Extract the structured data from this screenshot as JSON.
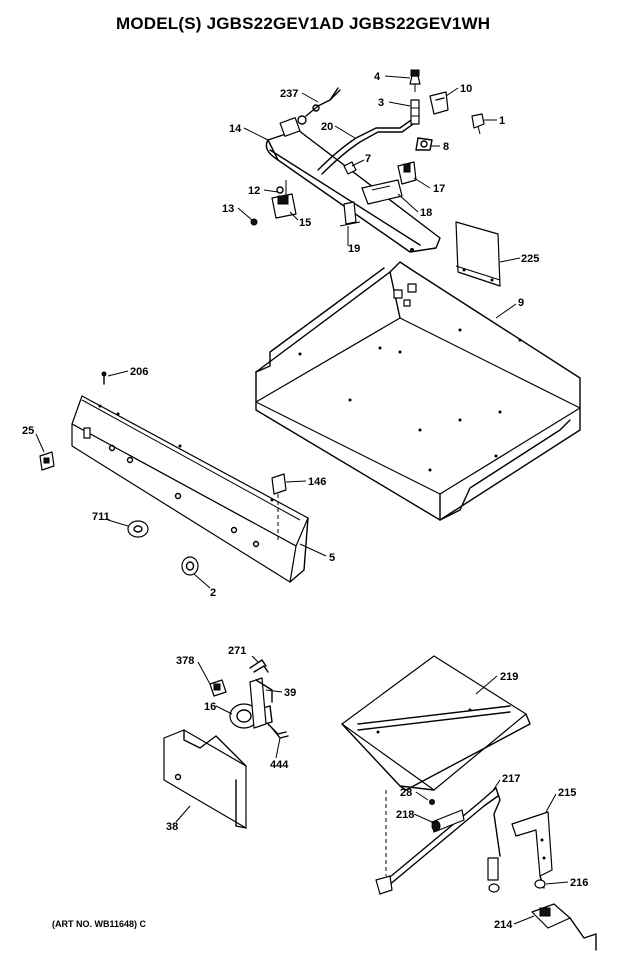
{
  "title": "MODEL(S) JGBS22GEV1AD  JGBS22GEV1WH",
  "footer": "(ART NO. WB11648) C",
  "part_labels": {
    "p4": "4",
    "p10": "10",
    "p237": "237",
    "p3": "3",
    "p1": "1",
    "p14": "14",
    "p20": "20",
    "p8": "8",
    "p7": "7",
    "p12": "12",
    "p17": "17",
    "p13": "13",
    "p15": "15",
    "p18": "18",
    "p19": "19",
    "p225": "225",
    "p9": "9",
    "p206": "206",
    "p25": "25",
    "p146": "146",
    "p711": "711",
    "p5": "5",
    "p2": "2",
    "p378": "378",
    "p271": "271",
    "p39": "39",
    "p16": "16",
    "p444": "444",
    "p38": "38",
    "p219": "219",
    "p217": "217",
    "p28": "28",
    "p218": "218",
    "p215": "215",
    "p216": "216",
    "p214": "214"
  }
}
